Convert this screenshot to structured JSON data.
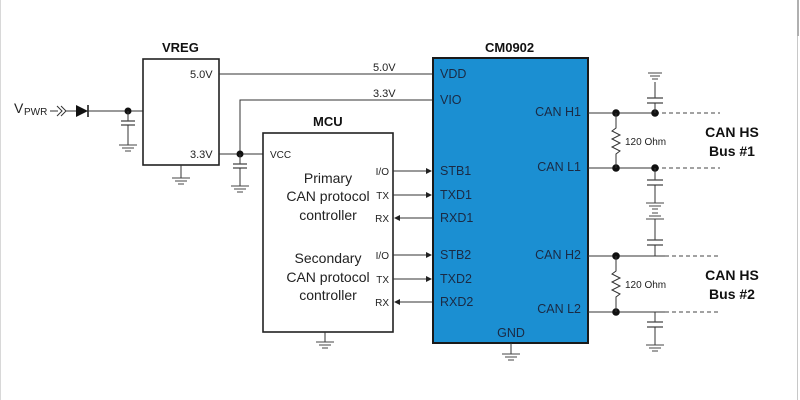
{
  "colors": {
    "chip_fill": "#1b8fd2",
    "line": "#333333",
    "background": "#ffffff"
  },
  "input": {
    "label_main": "V",
    "label_sub": "PWR"
  },
  "vreg": {
    "title": "VREG",
    "out_5v": "5.0V",
    "out_3v3": "3.3V"
  },
  "rails": {
    "rail_5v": "5.0V",
    "rail_3v3": "3.3V"
  },
  "mcu": {
    "title": "MCU",
    "vcc": "VCC",
    "primary": {
      "line1": "Primary",
      "line2": "CAN protocol",
      "line3": "controller",
      "pins": [
        "I/O",
        "TX",
        "RX"
      ]
    },
    "secondary": {
      "line1": "Secondary",
      "line2": "CAN protocol",
      "line3": "controller",
      "pins": [
        "I/O",
        "TX",
        "RX"
      ]
    }
  },
  "transceiver": {
    "title": "CM0902",
    "left_pins": [
      "VDD",
      "VIO",
      "STB1",
      "TXD1",
      "RXD1",
      "STB2",
      "TXD2",
      "RXD2"
    ],
    "right_pins": [
      "CAN H1",
      "CAN L1",
      "CAN H2",
      "CAN L2"
    ],
    "bottom_pin": "GND"
  },
  "termination": {
    "bus1_resistor": "120 Ohm",
    "bus2_resistor": "120 Ohm"
  },
  "buses": [
    {
      "line1": "CAN HS",
      "line2": "Bus #1"
    },
    {
      "line1": "CAN HS",
      "line2": "Bus #2"
    }
  ]
}
